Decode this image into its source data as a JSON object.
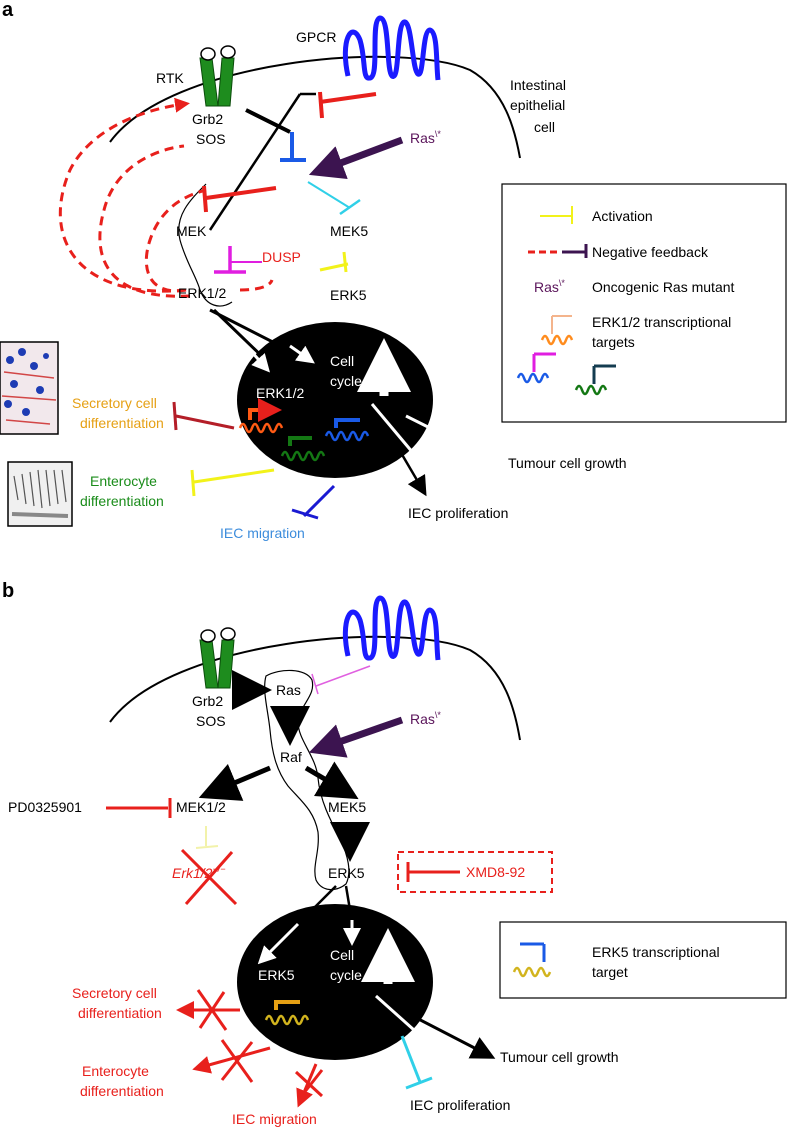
{
  "panel_a": {
    "label": "a",
    "rtk": "RTK",
    "gpcr": "GPCR",
    "grb2": "Grb2",
    "sos": "SOS",
    "cell_line1": "Intestinal",
    "cell_line2": "epithelial",
    "cell_line3": "cell",
    "ras_mut": "Ras",
    "ras_sup": "\\*",
    "mek12": "MEK",
    "mek5": "MEK5",
    "dusp": "DUSP",
    "erk12": "ERK1/2",
    "erk5": "ERK5",
    "nuc_erk": "ERK1/2",
    "cell_cycle1": "Cell",
    "cell_cycle2": "cycle",
    "secretory1": "Secretory cell",
    "secretory2": "differentiation",
    "enterocyte1": "Enterocyte",
    "enterocyte2": "differentiation",
    "migration": "IEC migration",
    "proliferation": "IEC proliferation",
    "tumour": "Tumour cell growth",
    "legend": {
      "activation": "Activation",
      "negative_feedback": "Negative feedback",
      "ras_mutant_label": "Ras",
      "ras_mutant_sup": "\\*",
      "ras_mutant_desc": "Oncogenic Ras mutant",
      "erk_targets1": "ERK1/2 transcriptional",
      "erk_targets2": "targets"
    }
  },
  "panel_b": {
    "label": "b",
    "grb2": "Grb2",
    "sos": "SOS",
    "ras": "Ras",
    "raf": "Raf",
    "ras_mut": "Ras",
    "ras_sup": "\\*",
    "pd": "PD0325901",
    "mek12": "MEK1/2",
    "mek5": "MEK5",
    "erk12_ko": "Erk1/2",
    "erk12_ko_sup": "−/−",
    "erk5": "ERK5",
    "xmd": "XMD8-92",
    "nuc_erk": "ERK5",
    "cell_cycle1": "Cell",
    "cell_cycle2": "cycle",
    "secretory1": "Secretory cell",
    "secretory2": "differentiation",
    "enterocyte1": "Enterocyte",
    "enterocyte2": "differentiation",
    "migration": "IEC migration",
    "proliferation": "IEC proliferation",
    "tumour": "Tumour cell growth",
    "legend": {
      "erk5_target1": "ERK5 transcriptional",
      "erk5_target2": "target"
    }
  },
  "colors": {
    "rtk": "#1e8c1e",
    "gpcr": "#1a1aff",
    "red": "#e8201c",
    "purple": "#3c1450",
    "yellow": "#f2f21a",
    "cyan": "#30d0e8",
    "magenta": "#e01ee0",
    "orange": "#ff5a14",
    "blue": "#1a5ae6",
    "darkgreen": "#147814",
    "gold": "#e6a014",
    "green_text": "#1a8c1a",
    "ras_text": "#5a145a",
    "migration_text": "#3c8cdc"
  }
}
